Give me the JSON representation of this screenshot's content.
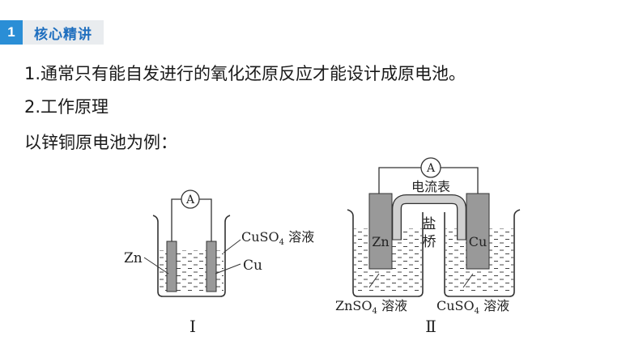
{
  "section": {
    "number": "1",
    "title": "核心精讲"
  },
  "lines": [
    "1.通常只有能自发进行的氧化还原反应才能设计成原电池。",
    "2.工作原理",
    "以锌铜原电池为例："
  ],
  "diagram1": {
    "ammeter": "A",
    "zn_label": "Zn",
    "cu_label": "Cu",
    "solution_label": "CuSO",
    "solution_sub": "4",
    "solution_suffix": " 溶液",
    "roman": "Ⅰ"
  },
  "diagram2": {
    "ammeter": "A",
    "ammeter_caption": "电流表",
    "salt_bridge_1": "盐",
    "salt_bridge_2": "桥",
    "zn_label": "Zn",
    "cu_label": "Cu",
    "left_solution": "ZnSO",
    "left_sub": "4",
    "left_suffix": " 溶液",
    "right_solution": "CuSO",
    "right_sub": "4",
    "right_suffix": " 溶液",
    "roman": "Ⅱ"
  }
}
